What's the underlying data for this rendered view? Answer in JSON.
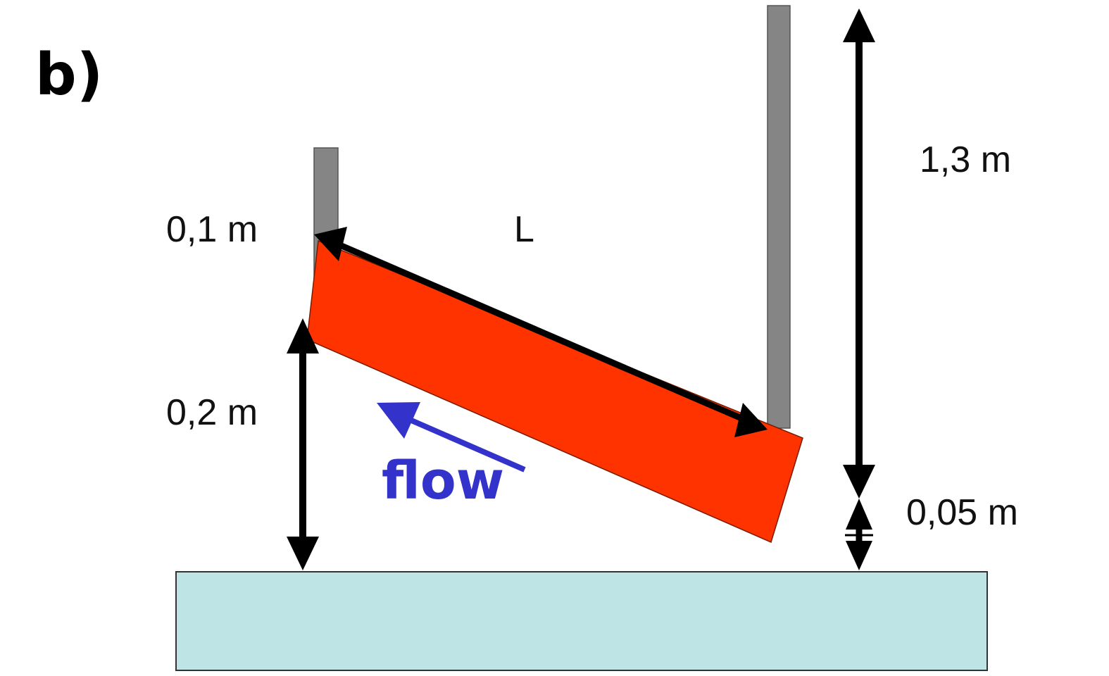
{
  "panel_label": "b)",
  "labels": {
    "upstream_height": "0,1 m",
    "bed_clearance": "0,2 m",
    "length": "L",
    "downstream_height": "1,3 m",
    "bottom_gap": "0,05 m",
    "flow": "flow"
  },
  "colors": {
    "plate": "#ff3300",
    "wall": "#858585",
    "bed": "#bfe4e6",
    "arrow": "#000000",
    "flow_arrow": "#3333cc"
  }
}
